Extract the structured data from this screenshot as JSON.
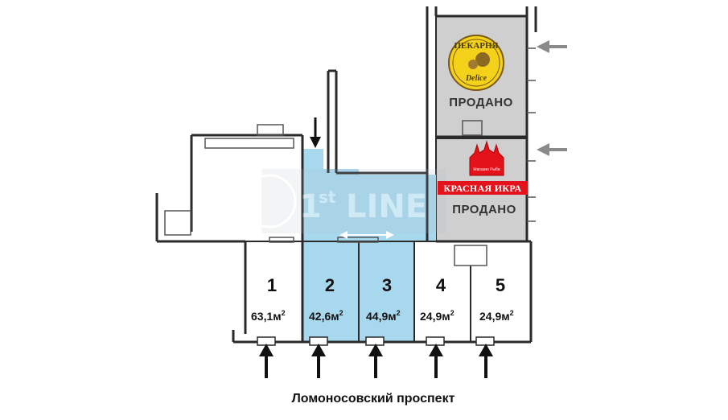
{
  "units": [
    {
      "number": "1",
      "area": "63,1м",
      "sup": "2",
      "highlighted": false
    },
    {
      "number": "2",
      "area": "42,6м",
      "sup": "2",
      "highlighted": true
    },
    {
      "number": "3",
      "area": "44,9м",
      "sup": "2",
      "highlighted": true
    },
    {
      "number": "4",
      "area": "24,9м",
      "sup": "2",
      "highlighted": false
    },
    {
      "number": "5",
      "area": "24,9м",
      "sup": "2",
      "highlighted": false
    }
  ],
  "sold_units": [
    {
      "status": "ПРОДАНО",
      "tenant_logo_top": "ПЕКАРНЯ",
      "tenant_logo_bottom": "Delice"
    },
    {
      "status": "ПРОДАНО",
      "tenant_sign": "КРАСНАЯ ИКРА",
      "tenant_logo_small": "Магазин Рыба"
    }
  ],
  "watermark": {
    "prefix": "1",
    "suffix_sup": "st",
    "word": "LINE"
  },
  "street": "Ломоносовский проспект",
  "colors": {
    "highlight": "#a8d8ee",
    "sold_fill": "#cfcfcf",
    "wall": "#2a2a2a",
    "arrow": "#111111",
    "arrow_gray": "#8a8a8a",
    "sign_red": "#e3121b",
    "logo_yellow": "#f5d21a"
  }
}
